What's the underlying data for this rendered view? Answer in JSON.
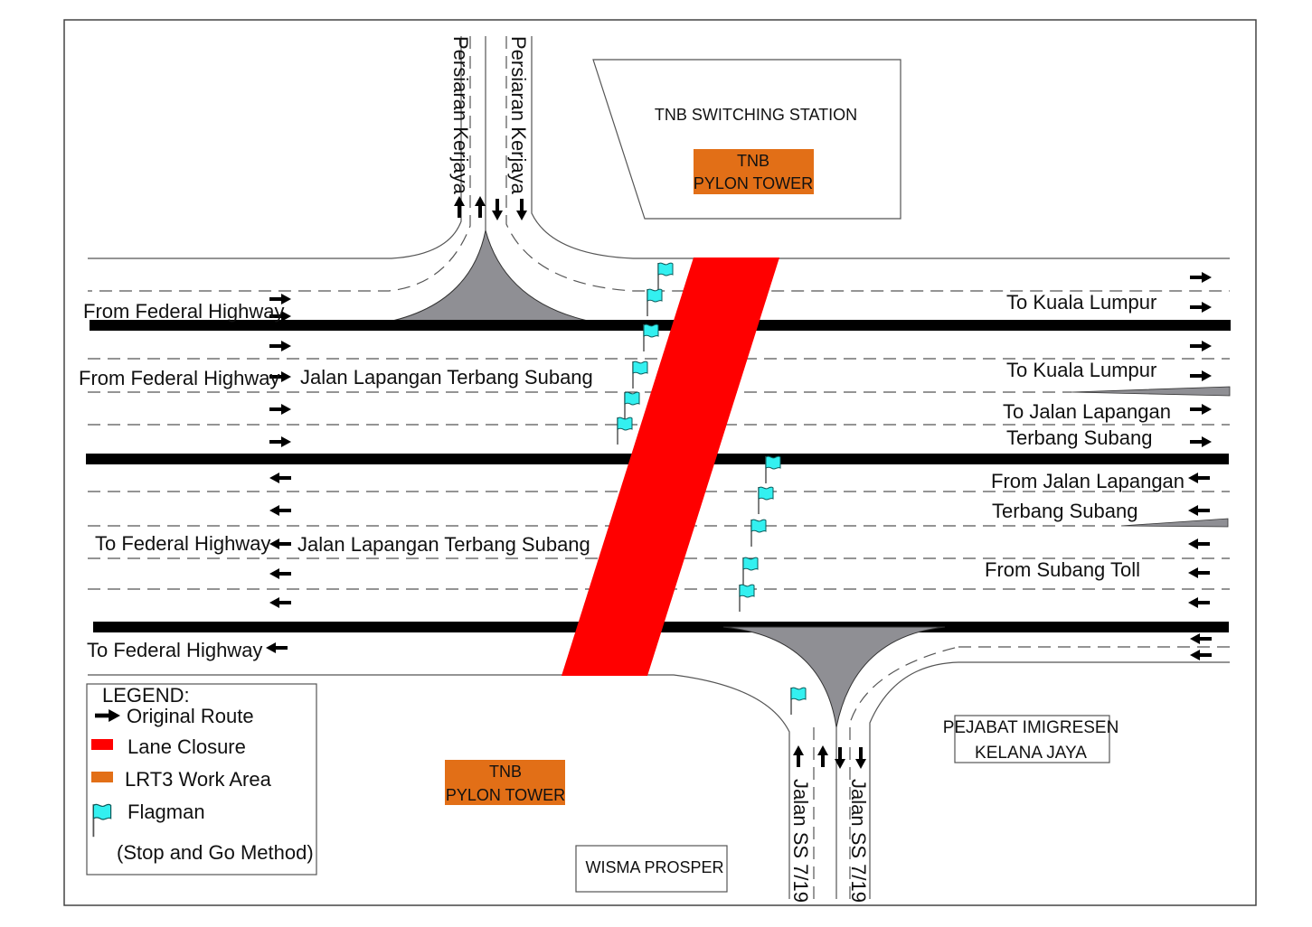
{
  "colors": {
    "lane_closure": "#ff0000",
    "work_area": "#e26f17",
    "flagman": "#33f0f0",
    "median": "#8f8f94",
    "road_edge": "#555555",
    "kerb": "#000000"
  },
  "roads": {
    "top_street_left": "Persiaran Kerjaya",
    "top_street_right": "Persiaran Kerjaya",
    "bottom_street_left": "Jalan SS 7/19",
    "bottom_street_right": "Jalan SS 7/19",
    "main_road_upper": "Jalan Lapangan Terbang Subang",
    "main_road_lower": "Jalan Lapangan Terbang Subang"
  },
  "direction_labels": {
    "from_federal_1": "From Federal Highway",
    "from_federal_2": "From Federal Highway",
    "to_federal_1": "To Federal Highway",
    "to_federal_2": "To Federal Highway",
    "to_kl_1": "To Kuala Lumpur",
    "to_kl_2": "To Kuala Lumpur",
    "to_jalan_line1": "To Jalan Lapangan",
    "to_jalan_line2": "Terbang Subang",
    "from_jalan_line1": "From Jalan Lapangan",
    "from_jalan_line2": "Terbang Subang",
    "from_subang_toll": "From Subang Toll"
  },
  "buildings": {
    "switching_station": "TNB SWITCHING STATION",
    "pylon_top_line1": "TNB",
    "pylon_top_line2": "PYLON TOWER",
    "pylon_bottom_line1": "TNB",
    "pylon_bottom_line2": "PYLON TOWER",
    "wisma": "WISMA PROSPER",
    "imigresen_line1": "PEJABAT IMIGRESEN",
    "imigresen_line2": "KELANA JAYA"
  },
  "legend": {
    "title": "LEGEND:",
    "items": [
      {
        "icon": "arrow-right-icon",
        "label": "Original Route"
      },
      {
        "icon": "red-swatch",
        "label": "Lane Closure"
      },
      {
        "icon": "orange-swatch",
        "label": "LRT3 Work Area"
      },
      {
        "icon": "flag-icon",
        "label": "Flagman"
      }
    ],
    "note": "(Stop and Go Method)"
  }
}
